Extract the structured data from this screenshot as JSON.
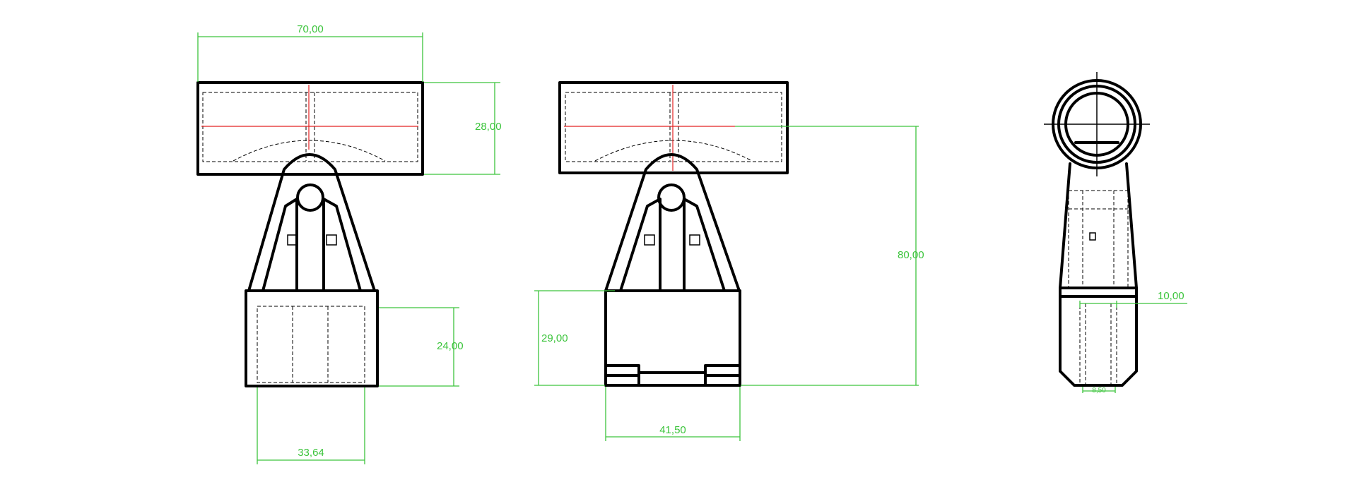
{
  "colors": {
    "outline": "#000000",
    "hidden_lines": "#000000",
    "centerline": "#e32020",
    "dimension": "#3cc43c"
  },
  "dimensions": {
    "front_width": "70,00",
    "front_height": "28,00",
    "front_lower_height": "24,00",
    "front_base_width": "33,64",
    "side_lower_height": "29,00",
    "side_total_height": "80,00",
    "side_base_width": "41,50",
    "end_width": "10,00",
    "end_small": "8,50"
  }
}
